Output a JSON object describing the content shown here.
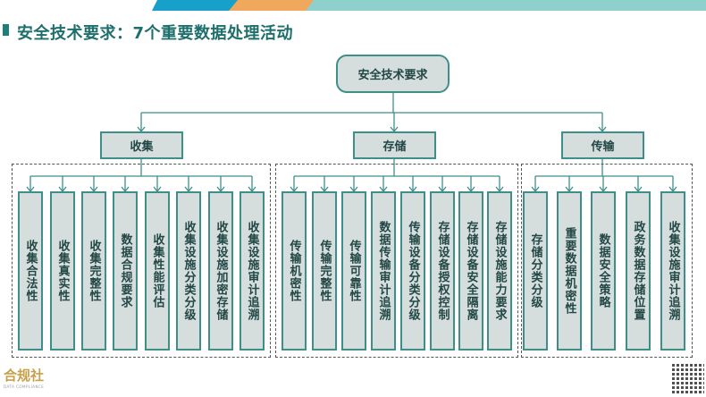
{
  "header": {
    "title": "安全技术要求：7个重要数据处理活动",
    "stripe_colors": [
      "#17a0c9",
      "#efa85c",
      "#8ed0cb"
    ]
  },
  "diagram": {
    "root": "安全技术要求",
    "categories": [
      {
        "label": "收集",
        "items": [
          "收集合法性",
          "收集真实性",
          "收集完整性",
          "数据合规要求",
          "收集性能评估",
          "收集设施分类分级",
          "收集设施加密存储",
          "收集设施审计追溯"
        ]
      },
      {
        "label": "存储",
        "items": [
          "传输机密性",
          "传输完整性",
          "传输可靠性",
          "数据传输审计追溯",
          "传输设备分类分级",
          "存储设备授权控制",
          "存储设备安全隔离",
          "存储设施能力要求"
        ]
      },
      {
        "label": "传输",
        "items": [
          "存储分类分级",
          "重要数据机密性",
          "数据安全策略",
          "政务数据存储位置",
          "收集设施审计追溯"
        ]
      }
    ]
  },
  "footer": {
    "logo": "合规社",
    "logo_sub": "DATA COMPLIANCE"
  }
}
